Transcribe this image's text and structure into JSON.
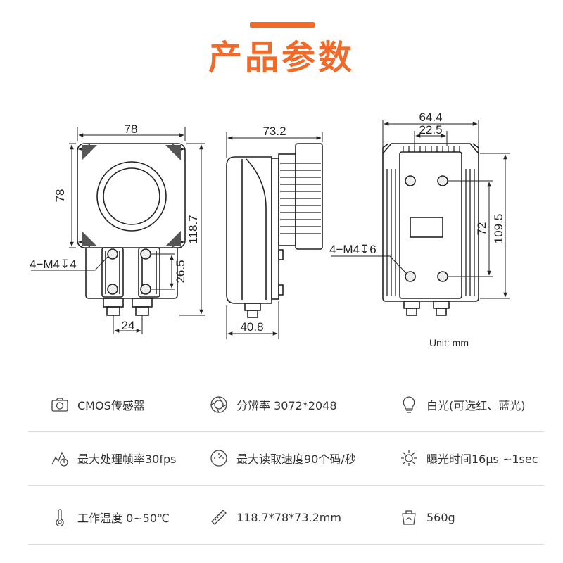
{
  "header": {
    "title": "产品参数"
  },
  "drawing": {
    "front": {
      "width": "78",
      "height": "78",
      "total_height": "118.7",
      "screw": "4−M4↧4",
      "connector_spacing": "24",
      "hole_spacing": "26.5"
    },
    "side": {
      "depth": "73.2",
      "base_depth": "40.8"
    },
    "back": {
      "width": "64.4",
      "inner_width": "22.5",
      "hole_spacing": "72",
      "height": "109.5",
      "screw": "4−M4↧6"
    },
    "unit_label": "Unit: mm"
  },
  "specs": [
    [
      {
        "icon": "camera-icon",
        "text": "CMOS传感器"
      },
      {
        "icon": "aperture-icon",
        "text": "分辨率 3072*2048"
      },
      {
        "icon": "lightbulb-icon",
        "text": "白光(可选红、蓝光)"
      }
    ],
    [
      {
        "icon": "frame-rate-icon",
        "text": "最大处理帧率30fps"
      },
      {
        "icon": "speedometer-icon",
        "text": "最大读取速度90个码/秒"
      },
      {
        "icon": "sun-icon",
        "text": "曝光时间16μs ~1sec"
      }
    ],
    [
      {
        "icon": "thermometer-icon",
        "text": "工作温度 0~50℃"
      },
      {
        "icon": "ruler-icon",
        "text": "118.7*78*73.2mm"
      },
      {
        "icon": "scale-icon",
        "text": "560g"
      }
    ]
  ],
  "colors": {
    "accent": "#f06a2a",
    "line": "#222222",
    "divider": "#d9d9d9"
  }
}
